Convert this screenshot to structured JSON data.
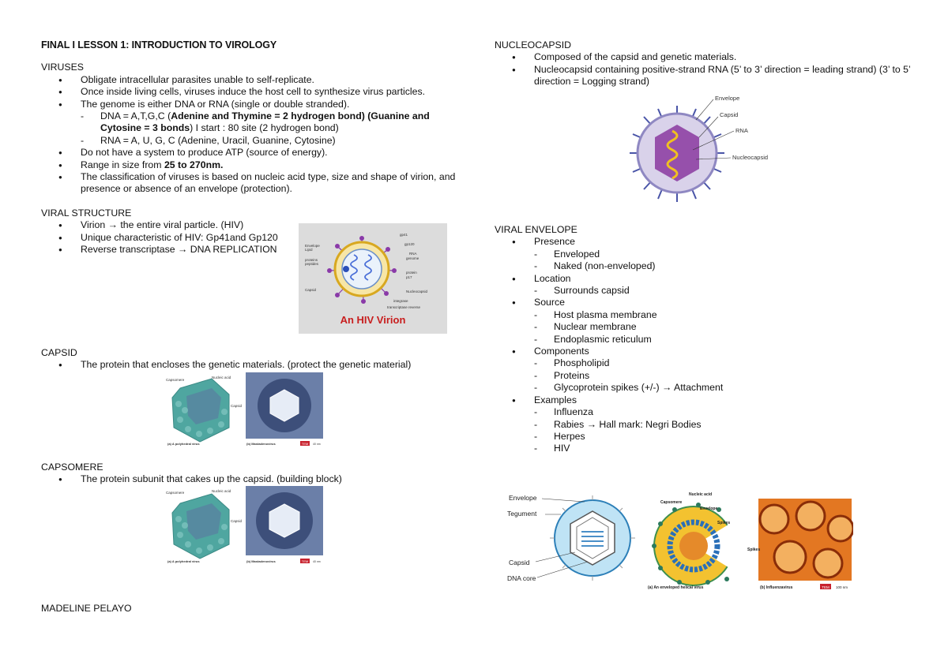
{
  "title": "FINAL I LESSON 1: INTRODUCTION TO VIROLOGY",
  "viruses": {
    "heading": "VIRUSES",
    "b1": "Obligate intracellular parasites unable to self-replicate.",
    "b2": "Once inside living cells, viruses induce the host cell to synthesize virus particles.",
    "b3": "The genome is either DNA or RNA (single or double stranded).",
    "dna_pre": "DNA = A,T,G,C (",
    "dna_bold": "Adenine and Thymine = 2 hydrogen bond) (Guanine and Cytosine = 3 bonds",
    "dna_post": ") I start : 80 site (2 hydrogen bond)",
    "rna": "RNA = A, U, G, C (Adenine, Uracil, Guanine, Cytosine)",
    "b4": "Do not have a system to produce ATP (source of energy).",
    "b5_pre": "Range in size from ",
    "b5_bold": "25 to 270nm.",
    "b6": "The classification of viruses is based on nucleic acid type, size and shape of virion, and presence or absence of an envelope (protection)."
  },
  "structure": {
    "heading": "VIRAL STRUCTURE",
    "b1": "Virion → the entire viral particle. (HIV)",
    "b2": "Unique characteristic of HIV: Gp41and Gp120",
    "b3": "Reverse transcriptase → DNA REPLICATION"
  },
  "hiv_figure": {
    "caption": "An HIV Virion",
    "labels": [
      "Envelope",
      "Lipid",
      "proteins",
      "peptides",
      "Capsid",
      "gp41",
      "gp120",
      "RNA",
      "genome",
      "protein",
      "p17",
      "Nucleocapsid",
      "integrase",
      "transcriptase reverse"
    ]
  },
  "capsid": {
    "heading": "CAPSID",
    "b1": "The protein that encloses the genetic materials. (protect the genetic material)"
  },
  "capsomere": {
    "heading": "CAPSOMERE",
    "b1": "The protein subunit that cakes up the capsid. (building block)"
  },
  "capsid_figure": {
    "capsomere": "Capsomere",
    "nucleic_acid": "Nucleic acid",
    "capsid": "Capsid",
    "caption_a": "(a) A polyhedral virus",
    "caption_b": "(b) Mastadenovirus",
    "tag": "TEM",
    "scale": "40 nm"
  },
  "nucleocapsid": {
    "heading": "NUCLEOCAPSID",
    "b1": "Composed of the capsid and genetic materials.",
    "b2": "Nucleocapsid containing positive-strand RNA (5’ to 3’ direction = leading strand) (3’ to 5’ direction = Logging strand)"
  },
  "nucleo_figure": {
    "envelope": "Envelope",
    "capsid": "Capsid",
    "rna": "RNA",
    "nucleocapsid": "Nucleocapsid"
  },
  "envelope": {
    "heading": "VIRAL ENVELOPE",
    "presence": "Presence",
    "enveloped": "Enveloped",
    "naked": "Naked (non-enveloped)",
    "location": "Location",
    "surrounds": "Surrounds capsid",
    "source": "Source",
    "host": "Host plasma membrane",
    "nuclear": "Nuclear membrane",
    "er": "Endoplasmic reticulum",
    "components": "Components",
    "phospho": "Phospholipid",
    "proteins": "Proteins",
    "glyco": "Glycoprotein spikes (+/-) → Attachment",
    "examples": "Examples",
    "influenza": "Influenza",
    "rabies": "Rabies → Hall mark: Negri Bodies",
    "herpes": "Herpes",
    "hiv": "HIV"
  },
  "bottom_figure": {
    "envelope": "Envelope",
    "tegument": "Tegument",
    "capsid": "Capsid",
    "dna_core": "DNA core",
    "nucleic_acid": "Nucleic acid",
    "capsomere": "Capsomere",
    "env2": "Envelope",
    "spikes": "Spikes",
    "spikes2": "Spikes",
    "caption_a": "(a) An enveloped helical virus",
    "caption_b": "(b) Influenzavirus",
    "tag": "TEM",
    "scale": "100 nm"
  },
  "footer": "MADELINE PELAYO"
}
